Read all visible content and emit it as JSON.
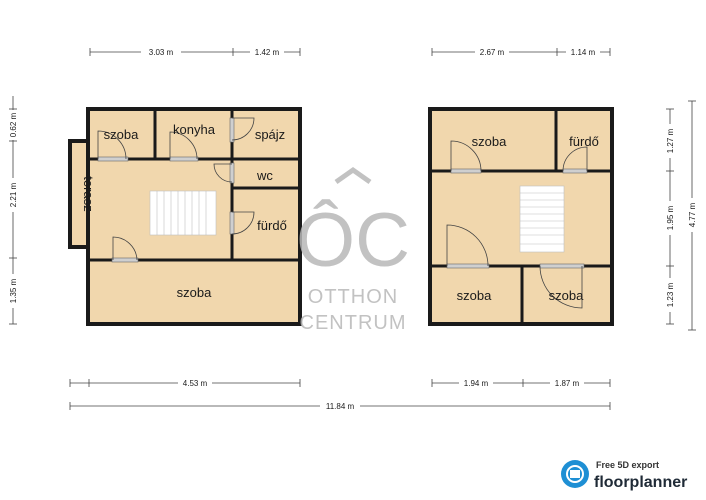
{
  "rooms": {
    "l_szoba1": "szoba",
    "l_konyha": "konyha",
    "l_spajz": "spájz",
    "l_wc": "wc",
    "l_furdo": "fürdő",
    "l_terasz": "terasz",
    "l_szoba2": "szoba",
    "r_szoba1": "szoba",
    "r_furdo": "fürdő",
    "r_szoba2": "szoba",
    "r_szoba3": "szoba"
  },
  "dimensions": {
    "top_l1": "3.03 m",
    "top_l2": "1.42 m",
    "top_r1": "2.67 m",
    "top_r2": "1.14 m",
    "left_v1": "0.62 m",
    "left_v2": "2.21 m",
    "left_v3": "1.35 m",
    "right_v1": "1.27 m",
    "right_v2": "1.95 m",
    "right_v3": "1.23 m",
    "right_total": "4.77 m",
    "bottom_l": "4.53 m",
    "bottom_r1": "1.94 m",
    "bottom_r2": "1.87 m",
    "bottom_total": "11.84 m"
  },
  "logo": {
    "mark": "ÔC",
    "line1": "OTTHON",
    "line2": "CENTRUM"
  },
  "brand": {
    "line1": "Free 5D export",
    "line2": "floorplanner"
  }
}
